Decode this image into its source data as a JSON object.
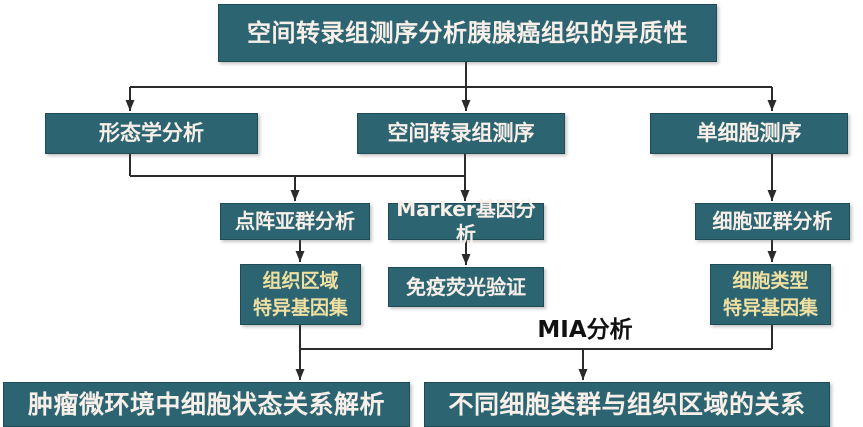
{
  "diagram": {
    "title": "空间转录组测序分析胰腺癌组织的异质性",
    "nodes": {
      "morphology": "形态学分析",
      "spatial_seq": "空间转录组测序",
      "single_cell_seq": "单细胞测序",
      "spot_subgroup": "点阵亚群分析",
      "marker_gene": "Marker基因分析",
      "cell_subgroup": "细胞亚群分析",
      "tissue_region_geneset": {
        "line1": "组织区域",
        "line2": "特异基因集"
      },
      "immunofluorescence": "免疫荧光验证",
      "cell_type_geneset": {
        "line1": "细胞类型",
        "line2": "特异基因集"
      },
      "bottom_left": "肿瘤微环境中细胞状态关系解析",
      "bottom_right": "不同细胞类群与组织区域的关系"
    },
    "mia_label": "MIA分析",
    "edges": [
      {
        "from": "title",
        "to": "morphology"
      },
      {
        "from": "title",
        "to": "spatial_seq"
      },
      {
        "from": "title",
        "to": "single_cell_seq"
      },
      {
        "from": "morphology",
        "to": "spot_subgroup"
      },
      {
        "from": "spatial_seq",
        "to": "spot_subgroup"
      },
      {
        "from": "spatial_seq",
        "to": "marker_gene"
      },
      {
        "from": "single_cell_seq",
        "to": "cell_subgroup"
      },
      {
        "from": "spot_subgroup",
        "to": "tissue_region_geneset"
      },
      {
        "from": "marker_gene",
        "to": "immunofluorescence"
      },
      {
        "from": "cell_subgroup",
        "to": "cell_type_geneset"
      },
      {
        "from": "tissue_region_geneset",
        "to": "bottom_left"
      },
      {
        "from": "tissue_region_geneset",
        "to": "bottom_right",
        "via": "MIA分析"
      },
      {
        "from": "cell_type_geneset",
        "to": "bottom_right",
        "via": "MIA分析"
      }
    ],
    "colors": {
      "box_fill": "#2C6571",
      "box_text": "#F8EFE9",
      "geneset_text": "#EFE0A2",
      "connector": "#2B2B2B",
      "mia_text": "#111111",
      "background": "#FFFFFF"
    }
  }
}
